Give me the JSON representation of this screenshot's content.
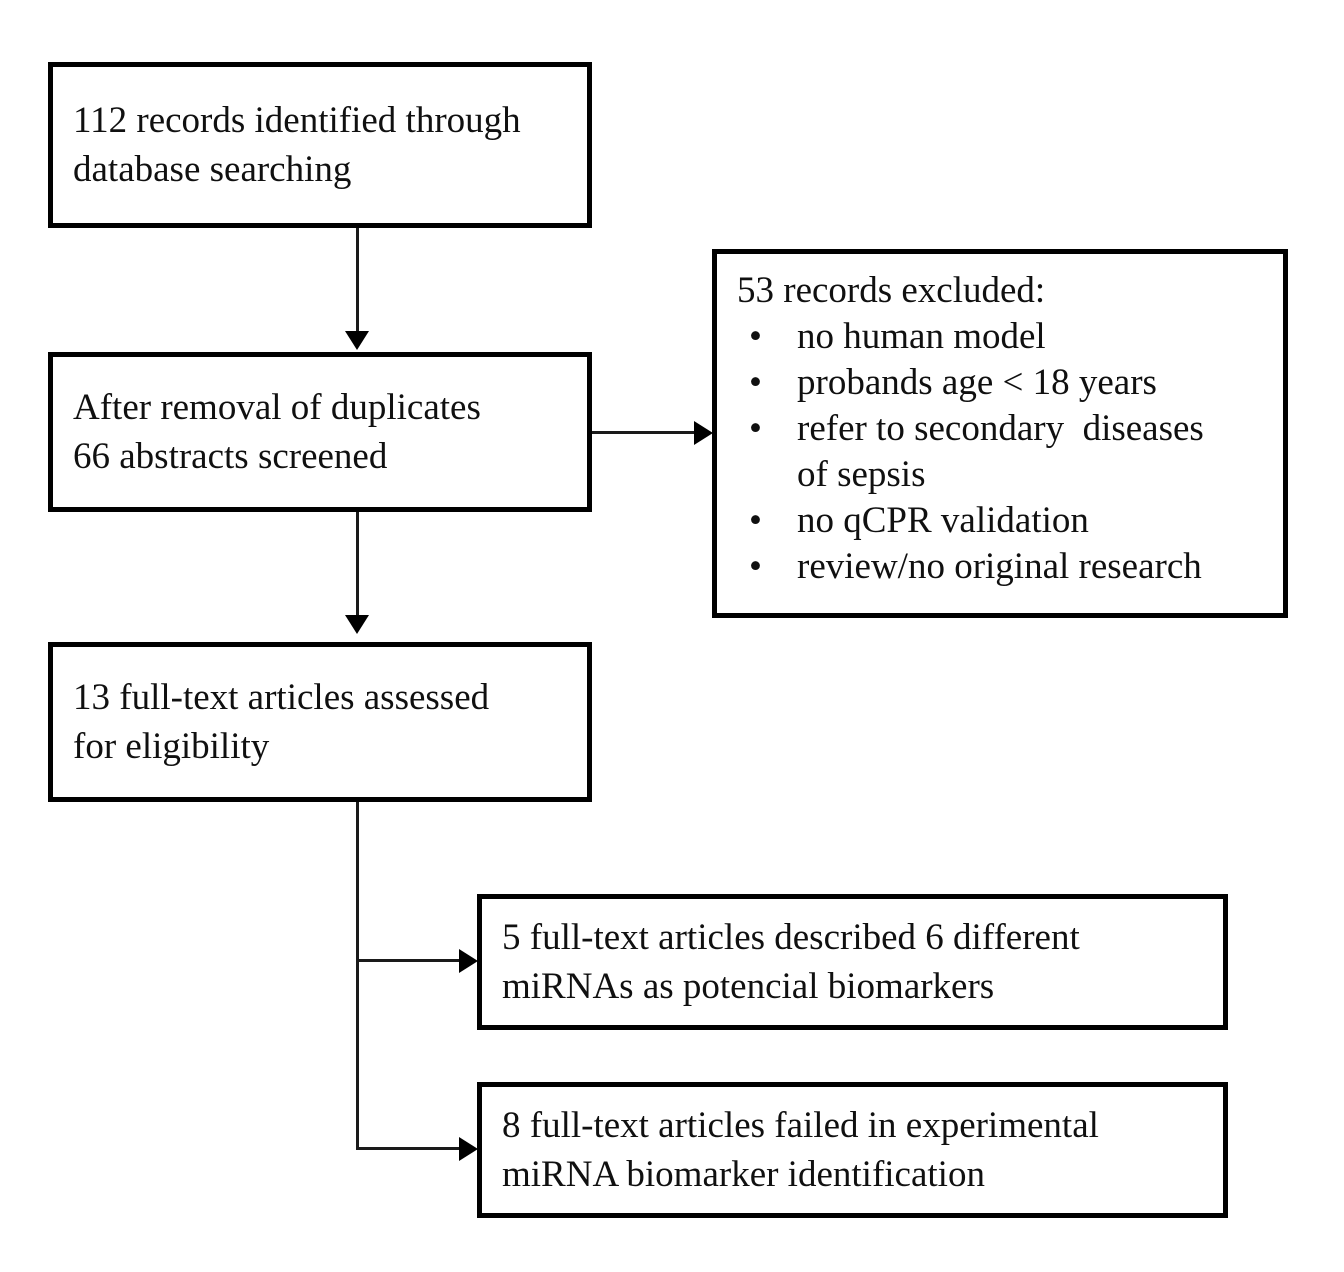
{
  "diagram": {
    "type": "prisma-flow-diagram",
    "boxes": {
      "records_identified": {
        "line1": "112 records identified through",
        "line2": "database searching"
      },
      "abstracts_screened": {
        "line1": "After removal of duplicates",
        "line2": "66 abstracts screened"
      },
      "records_excluded": {
        "heading": "53 records excluded:",
        "bullet_glyph": "•",
        "items": [
          {
            "line1": "no human model",
            "line2": ""
          },
          {
            "line1": "probands age < 18 years",
            "line2": ""
          },
          {
            "line1": "refer to secondary  diseases",
            "line2": "of sepsis"
          },
          {
            "line1": "no qCPR validation",
            "line2": ""
          },
          {
            "line1": "review/no original research",
            "line2": ""
          }
        ]
      },
      "full_text_assessed": {
        "line1": "13 full-text articles assessed",
        "line2": "for eligibility"
      },
      "articles_included": {
        "line1": "5 full-text articles described 6 different",
        "line2": "miRNAs as potencial biomarkers"
      },
      "articles_failed": {
        "line1": "8 full-text articles failed in experimental",
        "line2": "miRNA biomarker identification"
      }
    },
    "colors": {
      "box_border": "#000000",
      "box_fill": "#ffffff",
      "text": "#101010",
      "connector": "#1a1a1a"
    }
  }
}
